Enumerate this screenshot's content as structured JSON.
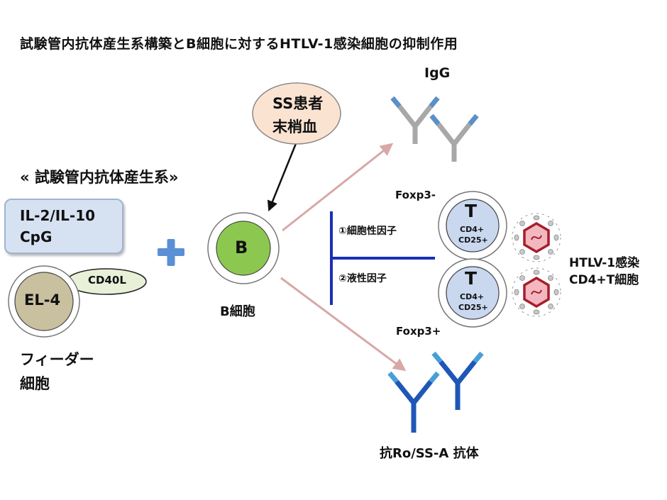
{
  "title": "試験管内抗体産生系構築とB細胞に対するHTLV-1感染細胞の抑制作用",
  "section_header": "« 試験管内抗体産生系»",
  "reagents": {
    "line1": "IL-2/IL-10",
    "line2": "CpG"
  },
  "feeder": {
    "cell_label": "EL-4",
    "ligand": "CD40L",
    "caption_line1": "フィーダー",
    "caption_line2": "細胞"
  },
  "patient": {
    "line1": "SS患者",
    "line2": "末梢血"
  },
  "b_cell": {
    "label": "B",
    "caption": "B細胞"
  },
  "igg": {
    "label": "IgG"
  },
  "anti_ro": {
    "label": "抗Ro/SS-A 抗体"
  },
  "inhibition": {
    "factor1": "①細胞性因子",
    "factor2": "②液性因子"
  },
  "t_cells": {
    "top": {
      "foxp3": "Foxp3-",
      "label": "T",
      "marker1": "CD4+",
      "marker2": "CD25+"
    },
    "bottom": {
      "foxp3": "Foxp3+",
      "label": "T",
      "marker1": "CD4+",
      "marker2": "CD25+"
    },
    "group_line1": "HTLV-1感染",
    "group_line2": "CD4+T細胞"
  },
  "colors": {
    "b_cell": "#8cc850",
    "el4": "#c9c0a0",
    "t_cell": "#c9d8ef",
    "reagent_box": "#d6e2f2",
    "callout": "#fbe3d2",
    "igg_arm": "#a8a8a8",
    "igg_tip": "#5b8fc8",
    "anti_ro_arm": "#1f56b8",
    "anti_ro_tip": "#4a9ed6",
    "inhibitor": "#1a2fb8",
    "arrow": "#d8a8a8",
    "virus": "#a81c2c"
  }
}
